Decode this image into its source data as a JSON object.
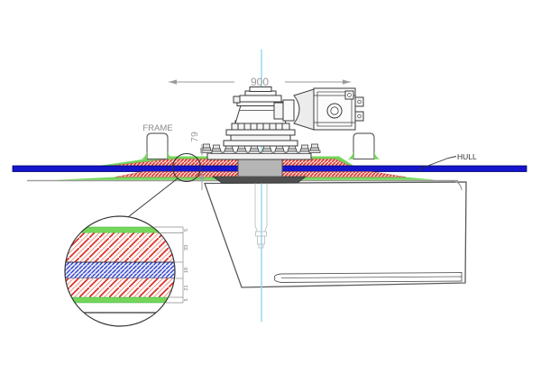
{
  "drawing": {
    "dim_width": "900",
    "dim_thickness": "79",
    "label_frame": "FRAME",
    "label_hull": "HULL",
    "detail_layer_labels": [
      "5",
      "33",
      "18",
      "21",
      "5"
    ]
  },
  "colors": {
    "hull_blue": "#1414cc",
    "laminate_red": "#d93025",
    "fairing_green": "#74d65a",
    "centerline_cyan": "#8fd9e8",
    "dimension_gray": "#9a9a9a",
    "steel_gray": "#b5b5b5",
    "backing_dark": "#4f4f4f"
  }
}
